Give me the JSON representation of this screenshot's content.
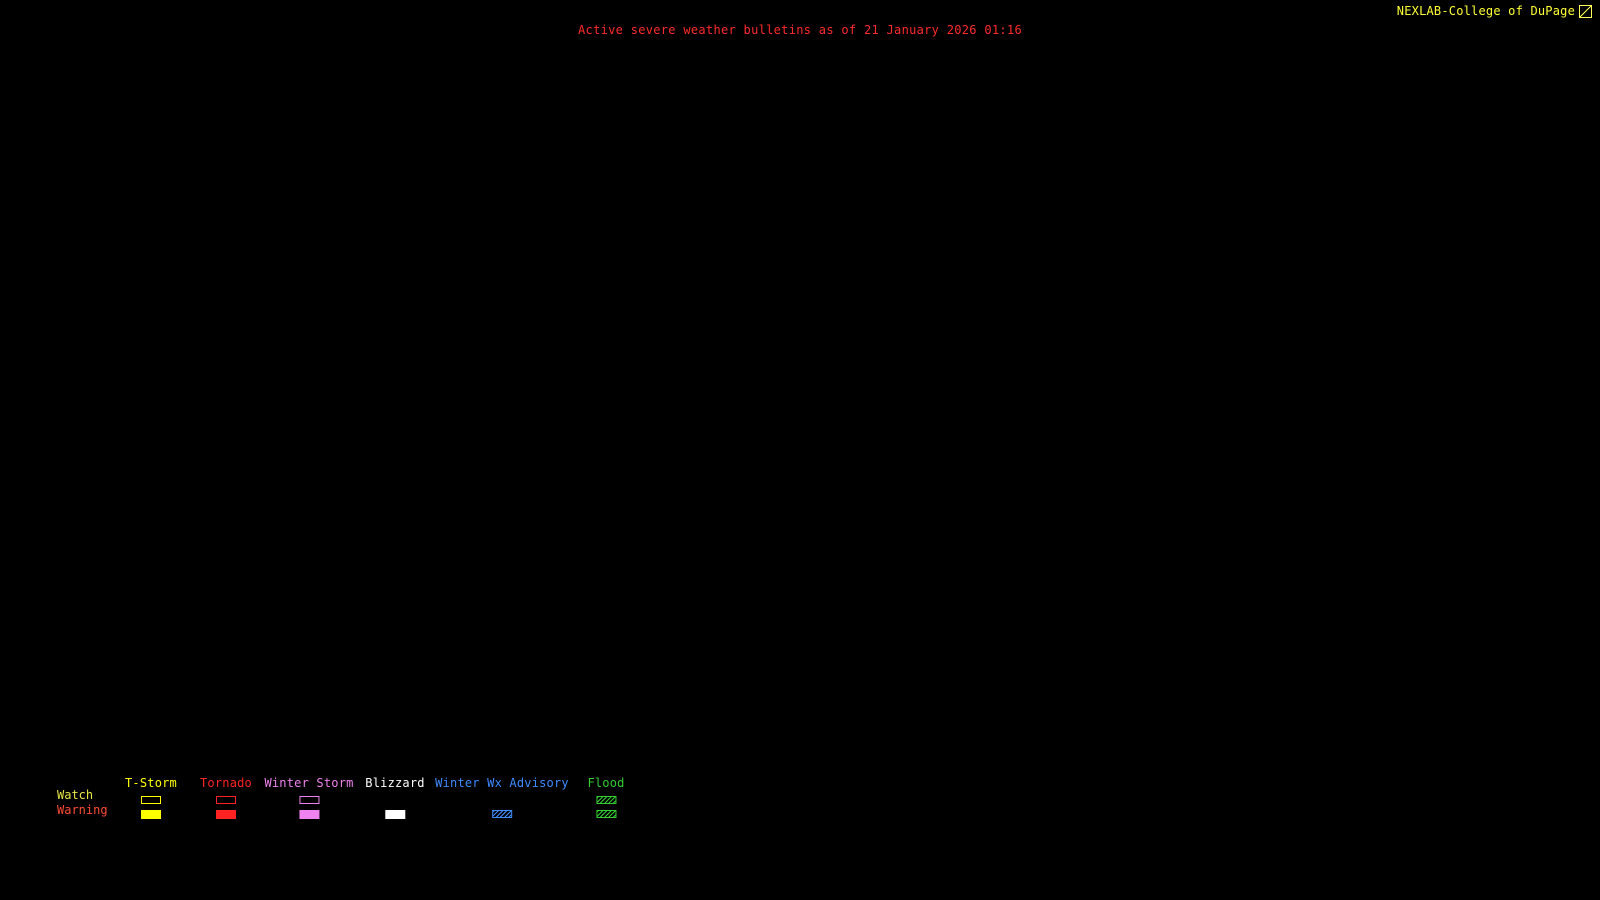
{
  "brand": {
    "label": "NEXLAB-College of DuPage",
    "color": "#ffff33"
  },
  "title": {
    "text": "Active severe weather bulletins as of 21 January 2026 01:16",
    "color": "#ff2b2b"
  },
  "legend": {
    "watch_label": "Watch",
    "watch_label_color": "#e6e645",
    "warning_label": "Warning",
    "warning_label_color": "#ff4a33",
    "columns": [
      {
        "label": "T-Storm",
        "color": "#ffff00",
        "watch_style": "outline",
        "warning_style": "filled"
      },
      {
        "label": "Tornado",
        "color": "#ff2222",
        "watch_style": "outline",
        "warning_style": "filled"
      },
      {
        "label": "Winter Storm",
        "color": "#ee82ee",
        "watch_style": "outline",
        "warning_style": "filled"
      },
      {
        "label": "Blizzard",
        "color": "#ffffff",
        "watch_style": "none",
        "warning_style": "filled"
      },
      {
        "label": "Winter Wx Advisory",
        "color": "#3d8bff",
        "watch_style": "none",
        "warning_style": "hatched"
      },
      {
        "label": "Flood",
        "color": "#33cc33",
        "watch_style": "hatched",
        "warning_style": "hatched"
      }
    ]
  }
}
